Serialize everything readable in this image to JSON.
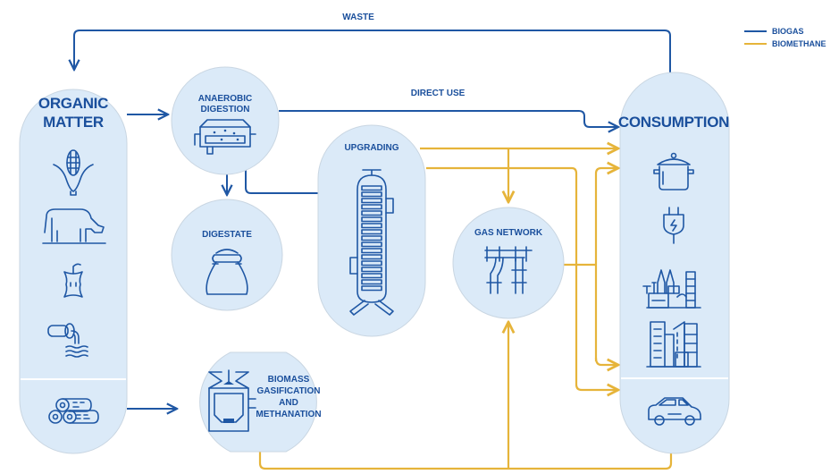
{
  "legend": {
    "items": [
      {
        "label": "BIOGAS",
        "color": "#1f57a4"
      },
      {
        "label": "BIOMETHANE",
        "color": "#e6b43a"
      }
    ]
  },
  "flow_labels": {
    "waste": "WASTE",
    "direct_use": "DIRECT USE"
  },
  "nodes": {
    "organic_matter": {
      "title_line1": "ORGANIC",
      "title_line2": "MATTER",
      "icons": [
        "corn-icon",
        "cow-icon",
        "apple-core-icon",
        "wastewater-pipe-icon",
        "logs-icon"
      ]
    },
    "anaerobic_digestion": {
      "title_line1": "ANAEROBIC",
      "title_line2": "DIGESTION",
      "icon": "digester-tank-icon"
    },
    "digestate": {
      "title": "DIGESTATE",
      "icon": "sack-icon"
    },
    "upgrading": {
      "title": "UPGRADING",
      "icon": "column-reactor-icon"
    },
    "gas_network": {
      "title": "GAS NETWORK",
      "icon": "pipes-icon"
    },
    "biomass_gasification": {
      "title_line1": "BIOMASS",
      "title_line2": "GASIFICATION",
      "title_line3": "AND",
      "title_line4": "METHANATION",
      "icon": "gasifier-icon"
    },
    "consumption": {
      "title": "CONSUMPTION",
      "icons": [
        "cooking-pot-icon",
        "electric-plug-icon",
        "factory-icon",
        "buildings-icon",
        "car-icon"
      ]
    }
  },
  "colors": {
    "biogas": "#1f57a4",
    "biomethane": "#e6b43a",
    "node_fill": "#dbeaf8",
    "text": "#1a4f9c"
  }
}
